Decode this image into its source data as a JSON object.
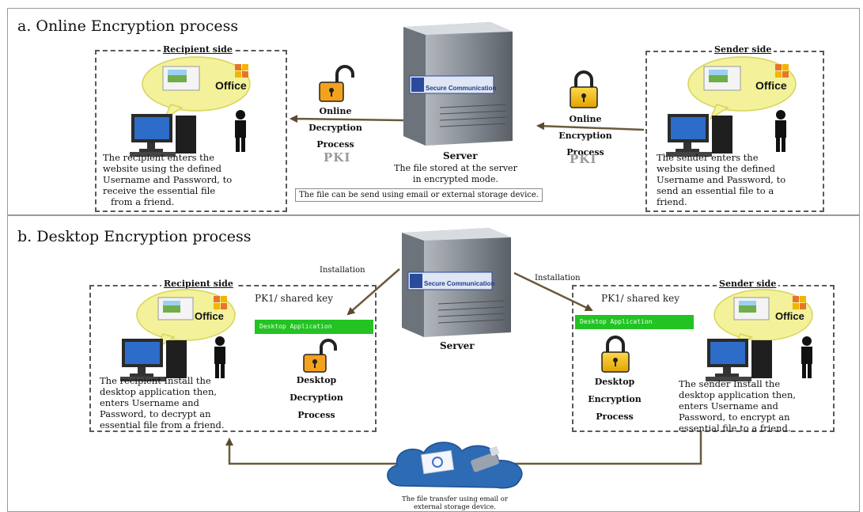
{
  "section_a": {
    "title": "a. Online Encryption process",
    "recipient_head": "Recipient side",
    "sender_head": "Sender side",
    "office_label": "Office",
    "recipient_desc": [
      "The recipient enters the",
      "website using  the defined",
      "Username and Password, to",
      "receive the essential file",
      "from a friend."
    ],
    "sender_desc": [
      "The sender enters the",
      "website using  the defined",
      "Username and Password, to",
      "send an essential file to a",
      "friend."
    ],
    "decrypt_proc": [
      "Online",
      "Decryption",
      "Process"
    ],
    "encrypt_proc": [
      "Online",
      "Encryption",
      "Process"
    ],
    "pki_left": "PKI",
    "pki_right": "PKI",
    "server_brand": "Secure Communication",
    "server_label": "Server",
    "server_desc": [
      "The file stored at the server",
      "in encrypted mode."
    ],
    "note": "The file can be send using email or external storage device."
  },
  "section_b": {
    "title": "b. Desktop Encryption process",
    "recipient_head": "Recipient side",
    "sender_head": "Sender side",
    "office_label": "Office",
    "install_left": "Installation",
    "install_right": "Installation",
    "pk_left": "PK1/ shared key",
    "pk_right": "PK1/ shared key",
    "app_bar": "Desktop Application",
    "server_brand": "Secure Communication",
    "server_label": "Server",
    "decrypt_proc": [
      "Desktop",
      "Decryption",
      "Process"
    ],
    "encrypt_proc": [
      "Desktop",
      "Encryption",
      "Process"
    ],
    "recipient_desc": [
      "The recipient Install the",
      "desktop application then,",
      "enters Username and",
      "Password, to decrypt an",
      "essential file  from a friend."
    ],
    "sender_desc": [
      "The sender Install the",
      "desktop application then,",
      "enters Username and",
      "Password, to encrypt an",
      "essential file to a friend."
    ],
    "transfer_desc": [
      "The file transfer using email or",
      "external storage device."
    ]
  },
  "colors": {
    "bubble": "#f3f29a",
    "bubble_edge": "#d6d45a",
    "lock": "#f4c21a",
    "lock_open": "#f2a21c",
    "arrow": "#6b5a3c",
    "green": "#22c322",
    "cloud": "#2e6bb5",
    "server": "#9aa0a8"
  }
}
